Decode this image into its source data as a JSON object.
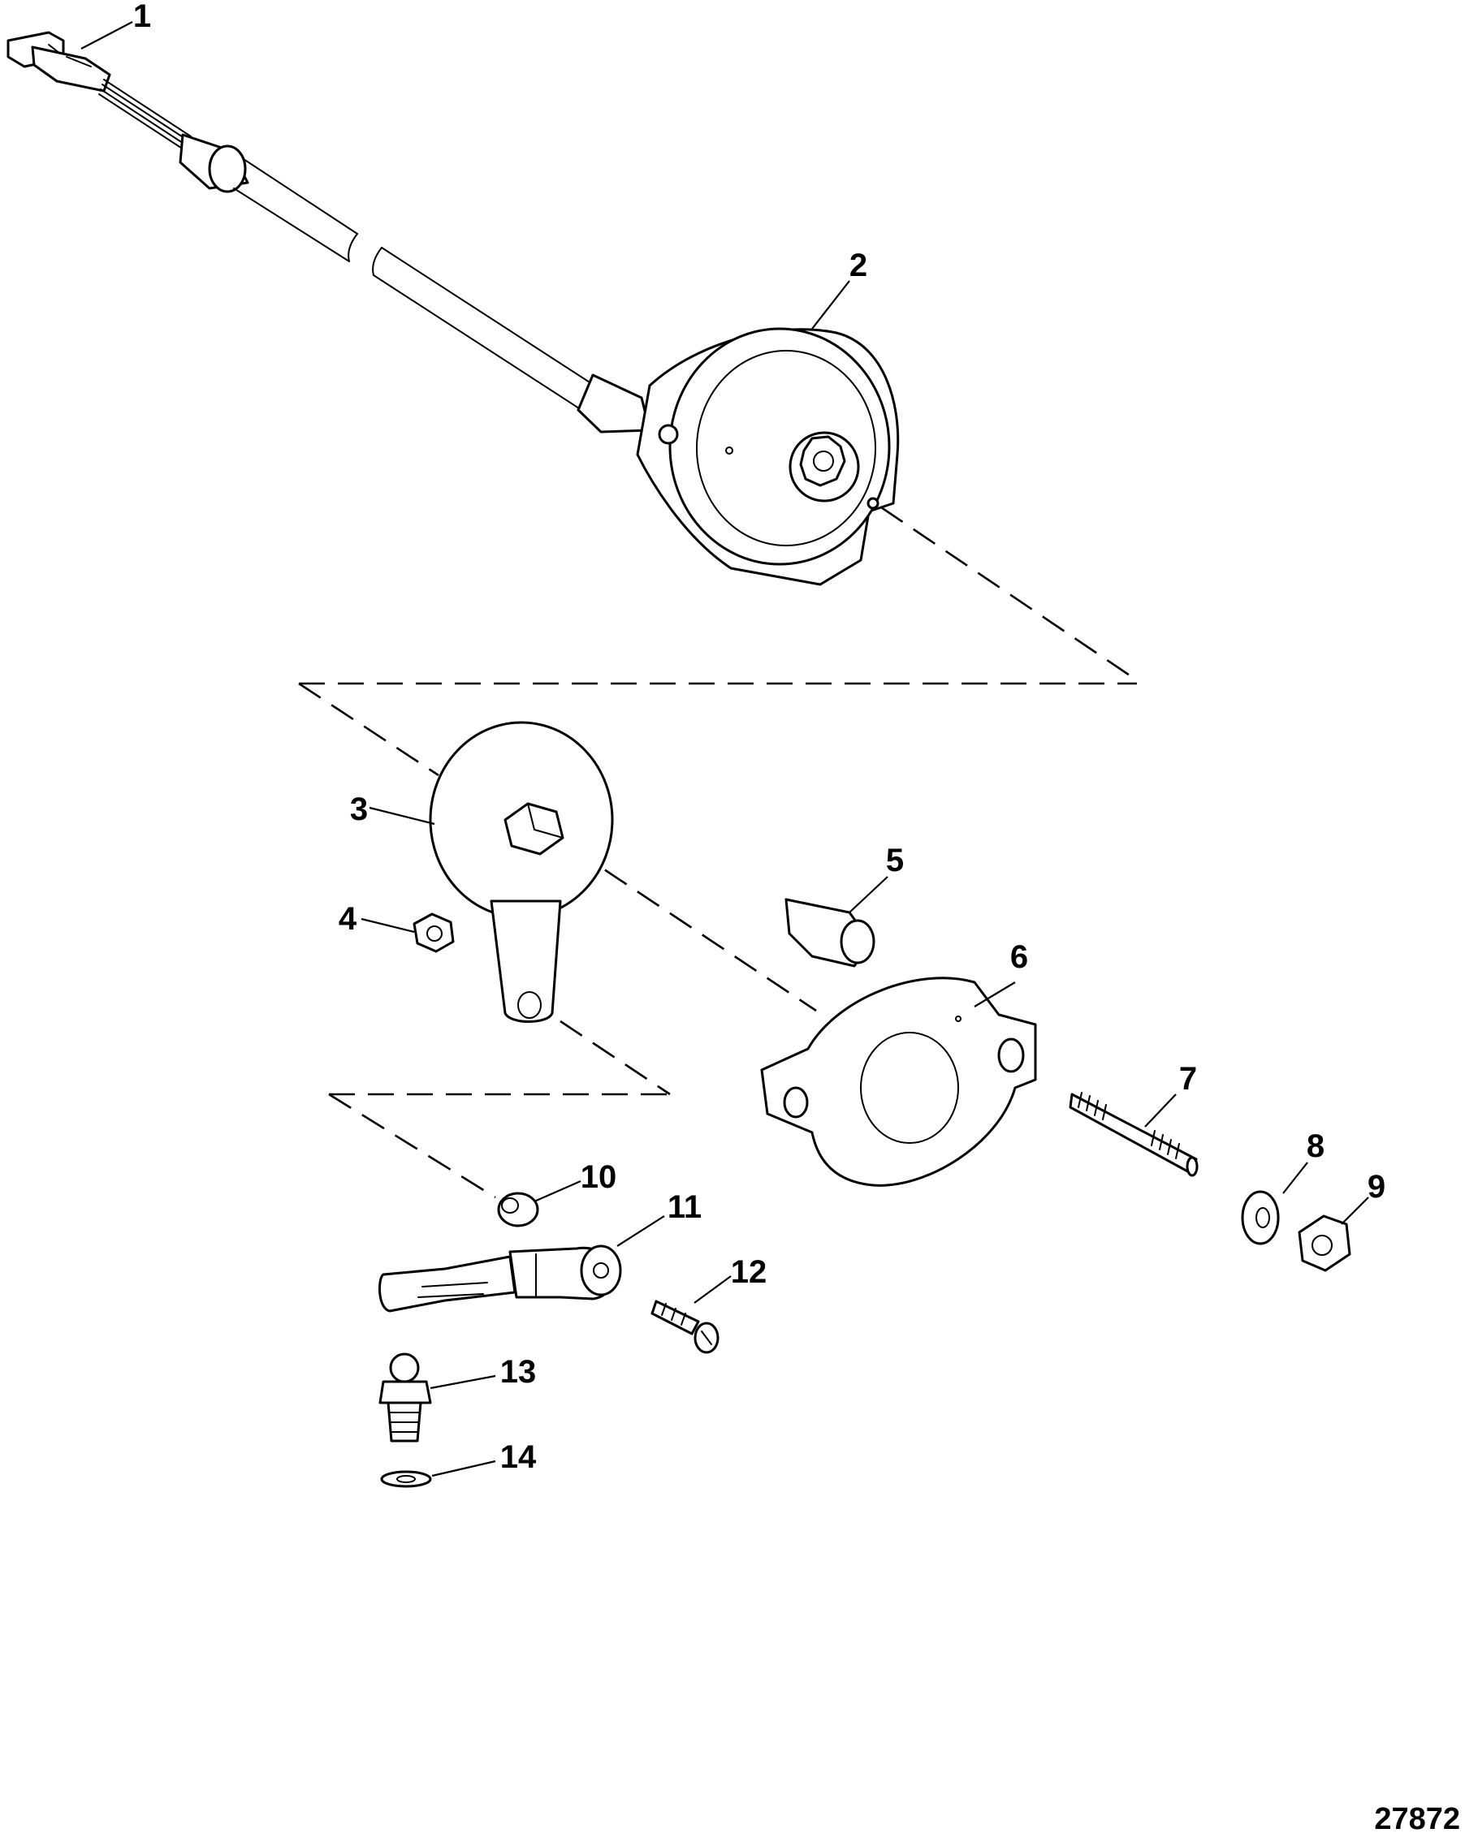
{
  "callouts": [
    "1",
    "2",
    "3",
    "4",
    "5",
    "6",
    "7",
    "8",
    "9",
    "10",
    "11",
    "12",
    "13",
    "14"
  ],
  "figure_number": "27872"
}
